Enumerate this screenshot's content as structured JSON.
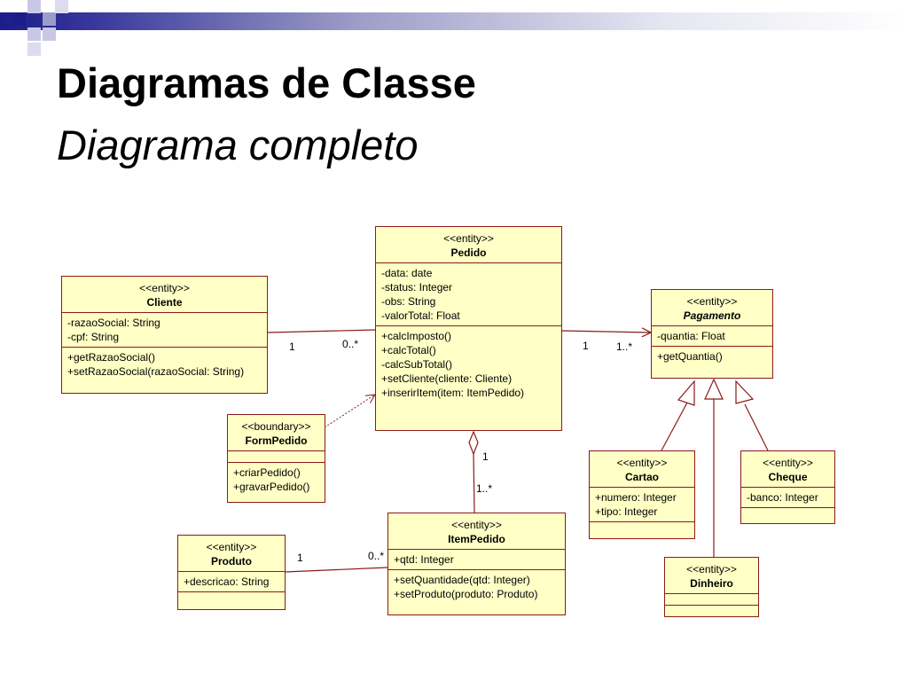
{
  "slide": {
    "title": "Diagramas de Classe",
    "subtitle": "Diagrama completo",
    "colors": {
      "accent_dark": "#1c1c8a",
      "accent_light": "#9c9cc8",
      "class_fill": "#ffffc6",
      "class_border": "#8b1a1a"
    }
  },
  "classes": {
    "pedido": {
      "stereotype": "<<entity>>",
      "name": "Pedido",
      "attributes": [
        "-data: date",
        "-status: Integer",
        "-obs: String",
        "-valorTotal: Float"
      ],
      "operations": [
        "+calcImposto()",
        "+calcTotal()",
        "-calcSubTotal()",
        "+setCliente(cliente: Cliente)",
        "+inserirItem(item: ItemPedido)"
      ]
    },
    "cliente": {
      "stereotype": "<<entity>>",
      "name": "Cliente",
      "attributes": [
        "-razaoSocial: String",
        "-cpf: String"
      ],
      "operations": [
        "+getRazaoSocial()",
        "+setRazaoSocial(razaoSocial: String)"
      ]
    },
    "pagamento": {
      "stereotype": "<<entity>>",
      "name": "Pagamento",
      "attributes": [
        "-quantia: Float"
      ],
      "operations": [
        "+getQuantia()"
      ]
    },
    "formpedido": {
      "stereotype": "<<boundary>>",
      "name": "FormPedido",
      "attributes": [],
      "operations": [
        "+criarPedido()",
        "+gravarPedido()"
      ]
    },
    "cartao": {
      "stereotype": "<<entity>>",
      "name": "Cartao",
      "attributes": [
        "+numero: Integer",
        "+tipo: Integer"
      ],
      "operations": []
    },
    "cheque": {
      "stereotype": "<<entity>>",
      "name": "Cheque",
      "attributes": [
        "-banco: Integer"
      ],
      "operations": []
    },
    "itempedido": {
      "stereotype": "<<entity>>",
      "name": "ItemPedido",
      "attributes": [
        "+qtd: Integer"
      ],
      "operations": [
        "+setQuantidade(qtd: Integer)",
        "+setProduto(produto: Produto)"
      ]
    },
    "produto": {
      "stereotype": "<<entity>>",
      "name": "Produto",
      "attributes": [
        "+descricao: String"
      ],
      "operations": []
    },
    "dinheiro": {
      "stereotype": "<<entity>>",
      "name": "Dinheiro",
      "attributes": [],
      "operations": []
    }
  },
  "multiplicities": {
    "cliente_pedido_cliente": "1",
    "cliente_pedido_pedido": "0..*",
    "pedido_pagamento_pedido": "1",
    "pedido_pagamento_pagamento": "1..*",
    "pedido_itempedido_pedido": "1",
    "pedido_itempedido_item": "1..*",
    "produto_itempedido_produto": "1",
    "produto_itempedido_item": "0..*"
  }
}
